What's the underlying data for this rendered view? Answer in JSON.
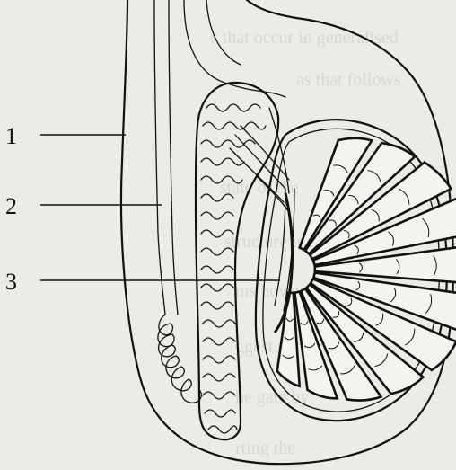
{
  "labels": [
    {
      "id": "1",
      "text": "1"
    },
    {
      "id": "2",
      "text": "2"
    },
    {
      "id": "3",
      "text": "3"
    }
  ],
  "colors": {
    "background": "#ecebe6",
    "ink": "#111111",
    "bleed_through_text": "#c9c8c2",
    "lobule_fill": "#f4f3ee"
  },
  "structures": [
    "scrotal-wall",
    "vas-deferens",
    "epididymis",
    "rete-testis",
    "seminiferous-lobules"
  ]
}
